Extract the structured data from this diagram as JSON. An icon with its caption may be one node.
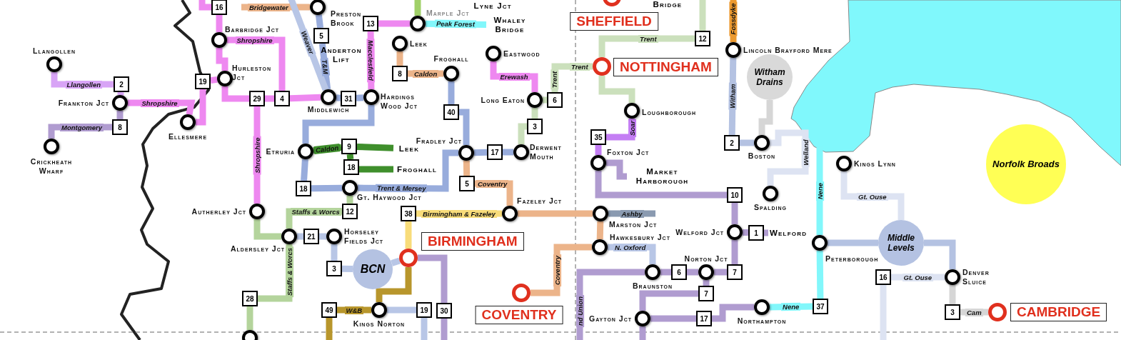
{
  "diagram": {
    "nodes": [
      {
        "text": [
          "16"
        ]
      },
      {
        "text": [
          "Barbridge Jct"
        ]
      },
      {
        "text": [
          "Hurleston Jct"
        ]
      },
      {
        "text": [
          "19"
        ]
      },
      {
        "text": [
          "Ellesmere"
        ]
      },
      {
        "text": [
          "Llangollen"
        ]
      },
      {
        "text": [
          "2"
        ]
      },
      {
        "text": [
          "Frankton Jct"
        ]
      },
      {
        "text": [
          "8"
        ]
      },
      {
        "text": [
          "Crickheath Wharf"
        ]
      },
      {
        "text": [
          "29"
        ]
      },
      {
        "text": [
          "4"
        ]
      },
      {
        "text": [
          "Middlewich"
        ]
      },
      {
        "text": [
          "5"
        ]
      },
      {
        "text": [
          "Preston Brook"
        ]
      },
      {
        "text": [
          "31"
        ]
      },
      {
        "text": [
          "Hardings Wood Jct"
        ]
      },
      {
        "text": [
          "13"
        ]
      },
      {
        "text": [
          "Marple Jct"
        ]
      },
      {
        "text": [
          "Whaley Bridge"
        ]
      },
      {
        "text": [
          "Leek"
        ]
      },
      {
        "text": [
          "8"
        ]
      },
      {
        "text": [
          "Froghall"
        ]
      },
      {
        "text": [
          "40"
        ]
      },
      {
        "text": [
          "Fradley Jct"
        ]
      },
      {
        "text": [
          "17"
        ]
      },
      {
        "text": [
          "Derwent Mouth"
        ]
      },
      {
        "text": [
          "3"
        ]
      },
      {
        "text": [
          "Long Eaton"
        ]
      },
      {
        "text": [
          "Eastwood"
        ]
      },
      {
        "text": [
          "6"
        ]
      },
      {
        "text": [
          "NOTTINGHAM"
        ]
      },
      {
        "text": [
          "SHEFFIELD"
        ]
      },
      {
        "text": [
          "12"
        ]
      },
      {
        "text": [
          "Loughborough"
        ]
      },
      {
        "text": [
          "35"
        ]
      },
      {
        "text": [
          "Foxton Jct"
        ]
      },
      {
        "text": [
          "Market Harborough"
        ]
      },
      {
        "text": [
          "10"
        ]
      },
      {
        "text": [
          "Welford Jct"
        ]
      },
      {
        "text": [
          "1"
        ]
      },
      {
        "text": [
          "Welford"
        ]
      },
      {
        "text": [
          "7"
        ]
      },
      {
        "text": [
          "Norton Jct"
        ]
      },
      {
        "text": [
          "6"
        ]
      },
      {
        "text": [
          "Braunston"
        ]
      },
      {
        "text": [
          "Hawkesbury Jct"
        ]
      },
      {
        "text": [
          "Marston Jct"
        ]
      },
      {
        "text": [
          "Fazeley Jct"
        ]
      },
      {
        "text": [
          "5"
        ]
      },
      {
        "text": [
          "38"
        ]
      },
      {
        "text": [
          "BIRMINGHAM"
        ]
      },
      {
        "text": [
          "COVENTRY"
        ]
      },
      {
        "text": [
          "7"
        ]
      },
      {
        "text": [
          "Gayton Jct"
        ]
      },
      {
        "text": [
          "17"
        ]
      },
      {
        "text": [
          "Northampton"
        ]
      },
      {
        "text": [
          "37"
        ]
      },
      {
        "text": [
          "Peterborough"
        ]
      },
      {
        "text": [
          "Kings Lynn"
        ]
      },
      {
        "text": [
          "Spalding"
        ]
      },
      {
        "text": [
          "Boston"
        ]
      },
      {
        "text": [
          "2"
        ]
      },
      {
        "text": [
          "Lincoln Brayford Mere"
        ]
      },
      {
        "text": [
          "Witham Drains"
        ]
      },
      {
        "text": [
          "Middle Levels"
        ]
      },
      {
        "text": [
          "16"
        ]
      },
      {
        "text": [
          "Denver Sluice"
        ]
      },
      {
        "text": [
          "3"
        ]
      },
      {
        "text": [
          "CAMBRIDGE"
        ]
      },
      {
        "text": [
          "Norfolk Broads"
        ]
      },
      {
        "text": [
          "BCN"
        ]
      },
      {
        "text": [
          "3"
        ]
      },
      {
        "text": [
          "Horseley Fields Jct"
        ]
      },
      {
        "text": [
          "21"
        ]
      },
      {
        "text": [
          "Aldersley Jct"
        ]
      },
      {
        "text": [
          "Autherley Jct"
        ]
      },
      {
        "text": [
          "12"
        ]
      },
      {
        "text": [
          "Gt. Haywood Jct"
        ]
      },
      {
        "text": [
          "18"
        ]
      },
      {
        "text": [
          "Etruria"
        ]
      },
      {
        "text": [
          "9"
        ]
      },
      {
        "text": [
          "18"
        ]
      },
      {
        "text": [
          "Leek"
        ]
      },
      {
        "text": [
          "Froghall"
        ]
      },
      {
        "text": [
          "28"
        ]
      },
      {
        "text": [],
        "shape": "circle"
      },
      {
        "text": [
          "49"
        ]
      },
      {
        "text": [
          "Kings Norton"
        ]
      },
      {
        "text": [
          "19"
        ]
      },
      {
        "text": [
          "30"
        ]
      }
    ],
    "edges": [
      {
        "from": null,
        "to": 0,
        "arrow": "none",
        "color": "#ee88f0"
      },
      {
        "from": 0,
        "to": 1,
        "arrow": "none",
        "color": "#ee88f0"
      },
      {
        "from": 1,
        "to": 2,
        "arrow": "none",
        "color": "#ee88f0"
      },
      {
        "from": 1,
        "to": 11,
        "arrow": "none",
        "label": "Shropshire",
        "color": "#ee88f0"
      },
      {
        "from": 2,
        "to": 10,
        "arrow": "none",
        "color": "#ee88f0"
      },
      {
        "from": 10,
        "to": 11,
        "arrow": "none",
        "color": "#ee88f0"
      },
      {
        "from": 11,
        "to": 12,
        "arrow": "none",
        "color": "#ee88f0"
      },
      {
        "from": 10,
        "to": 76,
        "arrow": "none",
        "label": "Shropshire",
        "color": "#ee88f0"
      },
      {
        "from": 5,
        "to": 6,
        "arrow": "none",
        "label": "Llangollen",
        "color": "#d8a4f6"
      },
      {
        "from": 6,
        "to": 7,
        "arrow": "none",
        "color": "#d8a4f6"
      },
      {
        "from": 7,
        "to": 4,
        "arrow": "none",
        "label": "Shropshire",
        "color": "#ee88f0"
      },
      {
        "from": 4,
        "to": 3,
        "arrow": "none",
        "color": "#ee88f0"
      },
      {
        "from": 3,
        "to": 2,
        "arrow": "none",
        "color": "#ee88f0"
      },
      {
        "from": 7,
        "to": 8,
        "arrow": "none",
        "color": "#b09cd0"
      },
      {
        "from": 8,
        "to": 9,
        "arrow": "none",
        "label": "Montgomery",
        "color": "#b09cd0"
      },
      {
        "from": 12,
        "to": 15,
        "arrow": "none",
        "color": "#98acdc"
      },
      {
        "from": 15,
        "to": 16,
        "arrow": "none",
        "color": "#98acdc"
      },
      {
        "from": 12,
        "to": 13,
        "arrow": "none",
        "label": "T&M",
        "color": "#98acdc"
      },
      {
        "from": 13,
        "to": 14,
        "arrow": "none",
        "color": "#98acdc"
      },
      {
        "from": null,
        "to": 14,
        "arrow": "none",
        "label": "Bridgewater",
        "color": "#ecb48a"
      },
      {
        "from": null,
        "to": 12,
        "arrow": "none",
        "label": "Weaver",
        "color": "#b8c6e6"
      },
      {
        "from": 16,
        "to": 17,
        "arrow": "none",
        "label": "Macclesfield",
        "color": "#ee88f0"
      },
      {
        "from": 17,
        "to": 18,
        "arrow": "none",
        "color": "#ee88f0"
      },
      {
        "from": 18,
        "to": null,
        "arrow": "none",
        "color": "#a0d068"
      },
      {
        "from": 18,
        "to": 19,
        "arrow": "none",
        "label": "Peak Forest",
        "color": "#82f7fb"
      },
      {
        "from": 20,
        "to": 21,
        "arrow": "none",
        "color": "#ecb48a"
      },
      {
        "from": 21,
        "to": 22,
        "arrow": "none",
        "label": "Caldon",
        "color": "#ecb48a"
      },
      {
        "from": 22,
        "to": 23,
        "arrow": "none",
        "color": "#98acdc"
      },
      {
        "from": 23,
        "to": 24,
        "arrow": "none",
        "color": "#98acdc"
      },
      {
        "from": 16,
        "to": 80,
        "arrow": "none",
        "color": "#98acdc"
      },
      {
        "from": 80,
        "to": 79,
        "arrow": "none",
        "color": "#98acdc"
      },
      {
        "from": 79,
        "to": 78,
        "arrow": "none",
        "color": "#98acdc"
      },
      {
        "from": 78,
        "to": 24,
        "arrow": "none",
        "label": "Trent & Mersey",
        "color": "#98acdc"
      },
      {
        "from": 80,
        "to": 81,
        "arrow": "none",
        "label": "Caldon",
        "color": "#3f8f2c"
      },
      {
        "from": 81,
        "to": 83,
        "arrow": "none",
        "color": "#3f8f2c"
      },
      {
        "from": 81,
        "to": 82,
        "arrow": "none",
        "color": "#3f8f2c"
      },
      {
        "from": 82,
        "to": 84,
        "arrow": "none",
        "color": "#3f8f2c"
      },
      {
        "from": 24,
        "to": 25,
        "arrow": "none",
        "color": "#98acdc"
      },
      {
        "from": 25,
        "to": 26,
        "arrow": "none",
        "color": "#98acdc"
      },
      {
        "from": 24,
        "to": 49,
        "arrow": "none",
        "color": "#ecb48a"
      },
      {
        "from": 49,
        "to": 48,
        "arrow": "none",
        "label": "Coventry",
        "color": "#ecb48a"
      },
      {
        "from": 26,
        "to": 27,
        "arrow": "none",
        "color": "#cbe0bc"
      },
      {
        "from": 27,
        "to": 28,
        "arrow": "none",
        "color": "#cbe0bc"
      },
      {
        "from": 28,
        "to": 30,
        "arrow": "none",
        "color": "#cbe0bc"
      },
      {
        "from": 30,
        "to": 31,
        "arrow": "none",
        "label": "Trent",
        "color": "#cbe0bc"
      },
      {
        "from": 29,
        "to": 28,
        "arrow": "none",
        "label": "Erewash",
        "color": "#ee88f0"
      },
      {
        "from": 31,
        "to": 33,
        "arrow": "none",
        "label": "Trent",
        "color": "#cbe0bc"
      },
      {
        "from": 33,
        "to": null,
        "arrow": "none",
        "color": "#cbe0bc"
      },
      {
        "from": 31,
        "to": 34,
        "arrow": "none",
        "color": "#cbe0bc"
      },
      {
        "from": 34,
        "to": 35,
        "arrow": "none",
        "label": "Soar",
        "color": "#c47ef4"
      },
      {
        "from": 35,
        "to": 36,
        "arrow": "none",
        "color": "#c47ef4"
      },
      {
        "from": 36,
        "to": 37,
        "arrow": "none",
        "color": "#b09cd0"
      },
      {
        "from": 36,
        "to": 38,
        "arrow": "none",
        "color": "#b09cd0"
      },
      {
        "from": 38,
        "to": 39,
        "arrow": "none",
        "color": "#b09cd0"
      },
      {
        "from": 39,
        "to": 40,
        "arrow": "none",
        "color": "#b09cd0"
      },
      {
        "from": 40,
        "to": 41,
        "arrow": "none",
        "color": "#b09cd0"
      },
      {
        "from": 39,
        "to": 42,
        "arrow": "none",
        "color": "#b09cd0"
      },
      {
        "from": 42,
        "to": 43,
        "arrow": "none",
        "color": "#b09cd0"
      },
      {
        "from": 43,
        "to": 44,
        "arrow": "none",
        "color": "#b09cd0"
      },
      {
        "from": 44,
        "to": 45,
        "arrow": "none",
        "color": "#b09cd0"
      },
      {
        "from": 43,
        "to": 53,
        "arrow": "none",
        "color": "#b09cd0"
      },
      {
        "from": 53,
        "to": 54,
        "arrow": "none",
        "color": "#b09cd0"
      },
      {
        "from": 54,
        "to": 55,
        "arrow": "none",
        "color": "#b09cd0"
      },
      {
        "from": 55,
        "to": 56,
        "arrow": "none",
        "color": "#b09cd0"
      },
      {
        "from": 54,
        "to": null,
        "arrow": "none",
        "color": "#b09cd0"
      },
      {
        "from": 56,
        "to": 57,
        "arrow": "none",
        "label": "Nene",
        "color": "#82f7fb"
      },
      {
        "from": 57,
        "to": 58,
        "arrow": "none",
        "color": "#82f7fb"
      },
      {
        "from": 58,
        "to": null,
        "arrow": "none",
        "label": "Nene",
        "color": "#82f7fb"
      },
      {
        "from": 58,
        "to": 65,
        "arrow": "none",
        "color": "#b4c2e2"
      },
      {
        "from": 65,
        "to": 67,
        "arrow": "none",
        "color": "#b4c2e2"
      },
      {
        "from": 67,
        "to": 66,
        "arrow": "none",
        "label": "Gt. Ouse",
        "color": "#dde3f2"
      },
      {
        "from": 66,
        "to": null,
        "arrow": "none",
        "color": "#dde3f2"
      },
      {
        "from": 65,
        "to": 59,
        "arrow": "none",
        "label": "Gt. Ouse",
        "color": "#dde3f2"
      },
      {
        "from": 67,
        "to": 68,
        "arrow": "none",
        "color": "#d6d6d6"
      },
      {
        "from": 68,
        "to": 69,
        "arrow": "none",
        "label": "Cam",
        "color": "#d6d6d6"
      },
      {
        "from": 62,
        "to": 61,
        "arrow": "none",
        "color": "#b4c2e2"
      },
      {
        "from": 63,
        "to": 62,
        "arrow": "none",
        "label": "Witham",
        "color": "#b4c2e2"
      },
      {
        "from": 63,
        "to": null,
        "arrow": "none",
        "label": "Fossdyke",
        "color": "#ec9a30"
      },
      {
        "from": 64,
        "to": 61,
        "arrow": "none",
        "color": "#d6d6d6"
      },
      {
        "from": 61,
        "to": 60,
        "arrow": "none",
        "label": "Welland",
        "color": "#dde3f2"
      },
      {
        "from": 48,
        "to": 47,
        "arrow": "none",
        "color": "#ecb48a"
      },
      {
        "from": 47,
        "to": null,
        "arrow": "none",
        "label": "Ashby",
        "color": "#8a9ab0"
      },
      {
        "from": 47,
        "to": 46,
        "arrow": "none",
        "color": "#ecb48a"
      },
      {
        "from": 52,
        "to": 46,
        "arrow": "none",
        "label": "Coventry",
        "color": "#ecb48a"
      },
      {
        "from": 46,
        "to": 45,
        "arrow": "none",
        "label": "N. Oxford",
        "color": "#b8c6e6"
      },
      {
        "from": 45,
        "to": null,
        "arrow": "none",
        "label": "nd Union",
        "color": "#b09cd0"
      },
      {
        "from": 50,
        "to": 48,
        "arrow": "none",
        "label": "Birmingham & Fazeley",
        "color": "#f8dc7a"
      },
      {
        "from": 50,
        "to": 51,
        "arrow": "none",
        "color": "#f8dc7a"
      },
      {
        "from": 51,
        "to": 71,
        "arrow": "none",
        "color": "#b8c6e6"
      },
      {
        "from": 51,
        "to": 88,
        "arrow": "none",
        "color": "#b8962c"
      },
      {
        "from": 88,
        "to": 87,
        "arrow": "none",
        "label": "W&B",
        "color": "#b8962c"
      },
      {
        "from": 87,
        "to": null,
        "arrow": "none",
        "color": "#b8962c"
      },
      {
        "from": 51,
        "to": 90,
        "arrow": "none",
        "color": "#b09cd0"
      },
      {
        "from": 90,
        "to": null,
        "arrow": "none",
        "color": "#b09cd0"
      },
      {
        "from": 88,
        "to": 89,
        "arrow": "none",
        "color": "#b8c6e6"
      },
      {
        "from": 89,
        "to": null,
        "arrow": "none",
        "color": "#b8c6e6"
      },
      {
        "from": 72,
        "to": 71,
        "arrow": "none",
        "color": "#b8c6e6"
      },
      {
        "from": 73,
        "to": 72,
        "arrow": "none",
        "color": "#b8c6e6"
      },
      {
        "from": 75,
        "to": 74,
        "arrow": "none",
        "color": "#b8c6e6"
      },
      {
        "from": 74,
        "to": 73,
        "arrow": "none",
        "color": "#b8c6e6"
      },
      {
        "from": 76,
        "to": 75,
        "arrow": "none",
        "color": "#b4d49c"
      },
      {
        "from": 75,
        "to": 77,
        "arrow": "none",
        "label": "Staffs & Worcs",
        "color": "#b4d49c"
      },
      {
        "from": 77,
        "to": 78,
        "arrow": "none",
        "color": "#b4d49c"
      },
      {
        "from": 75,
        "to": 85,
        "arrow": "none",
        "label": "Staffs & Worcs",
        "color": "#b4d49c"
      },
      {
        "from": 85,
        "to": 86,
        "arrow": "none",
        "color": "#b4d49c"
      }
    ],
    "labels": [
      "Lyne Jct",
      "Bridge",
      "Anderton Lift",
      "Trent"
    ]
  }
}
